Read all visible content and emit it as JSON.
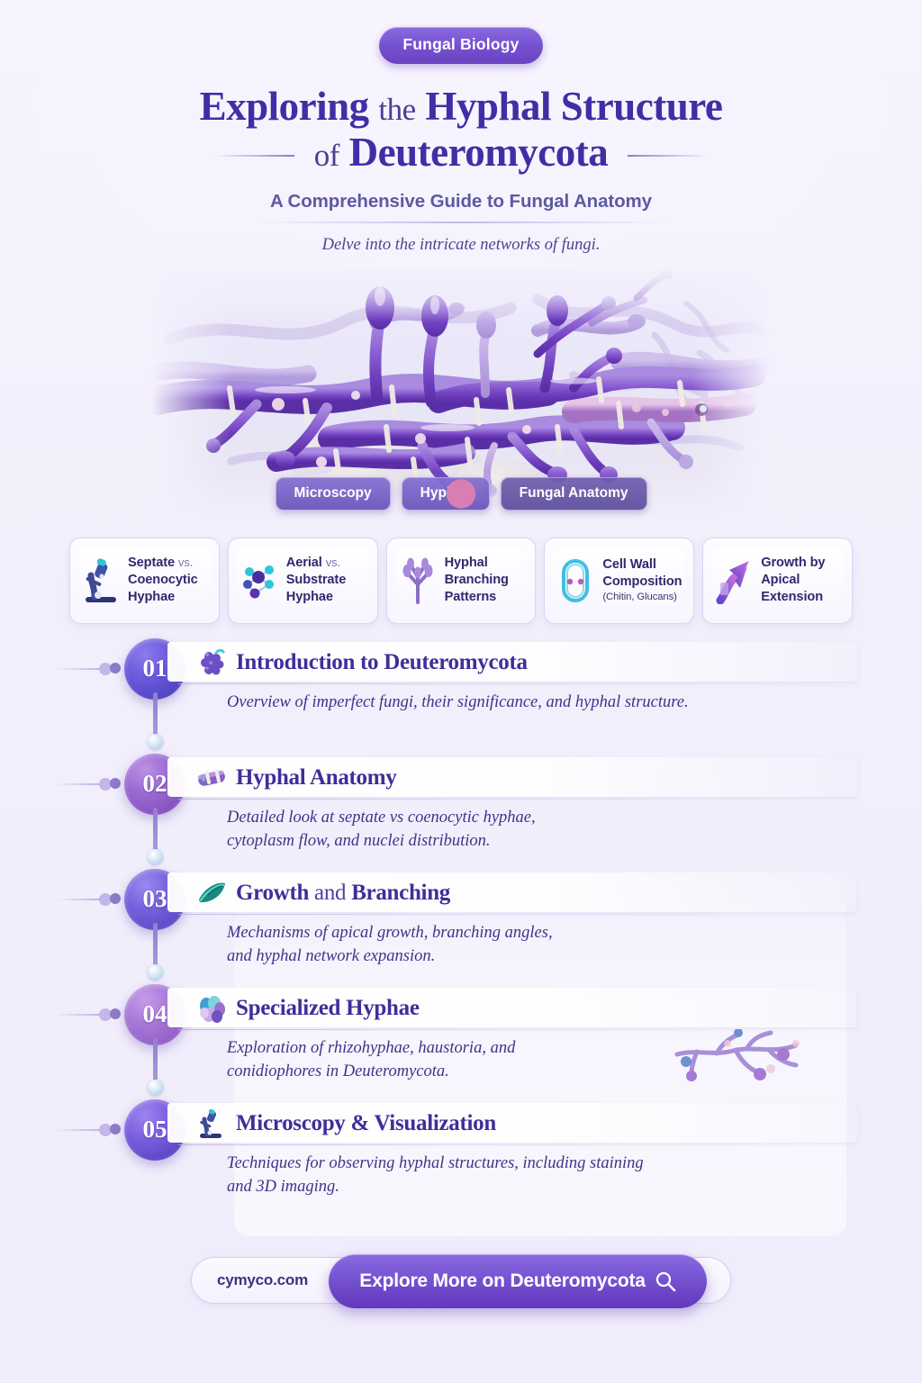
{
  "header": {
    "badge": "Fungal Biology",
    "title_line1_light": "Exploring",
    "title_line1_mid": "the",
    "title_line1_strong": "Hyphal Structure",
    "title_line2_light": "of",
    "title_line2_strong": "Deuteromycota",
    "subtitle": "A Comprehensive Guide to Fungal Anatomy",
    "tagline": "Delve into the intricate networks of fungi."
  },
  "hero": {
    "alt": "3D render of purple septate fungal hyphae network",
    "tags": [
      {
        "label": "Microscopy",
        "icon": "none"
      },
      {
        "label": "Hyphae",
        "icon": "none"
      },
      {
        "label": "Fungal Anatomy",
        "icon": "moon-icon"
      }
    ]
  },
  "features": [
    {
      "icon": "microscope-icon",
      "line1": "Septate",
      "vs": "vs.",
      "line2": "Coenocytic",
      "line3": "Hyphae",
      "sub": ""
    },
    {
      "icon": "molecule-icon",
      "line1": "Aerial",
      "vs": "vs.",
      "line2": "Substrate",
      "line3": "Hyphae",
      "sub": ""
    },
    {
      "icon": "branching-icon",
      "line1": "Hyphal",
      "vs": "",
      "line2": "Branching",
      "line3": "Patterns",
      "sub": ""
    },
    {
      "icon": "cell-wall-icon",
      "line1": "Cell Wall",
      "vs": "",
      "line2": "Composition",
      "line3": "",
      "sub": "(Chitin, Glucans)"
    },
    {
      "icon": "growth-arrow-icon",
      "line1": "Growth by",
      "vs": "",
      "line2": "Apical",
      "line3": "Extension",
      "sub": ""
    }
  ],
  "steps": [
    {
      "number": "01",
      "icon": "grape-cluster-icon",
      "title_strong": "Introduction to",
      "title_light": "Deuteromycota",
      "desc_line1": "Overview of imperfect fungi, their significance, and hyphal structure.",
      "desc_line2": "",
      "color_a": "#6a5adc",
      "color_b": "#4336b5",
      "art": "none"
    },
    {
      "number": "02",
      "icon": "hypha-segment-icon",
      "title_strong": "Hyphal Anatomy",
      "title_light": "",
      "desc_line1": "Detailed look at septate vs coenocytic hyphae,",
      "desc_line2": "cytoplasm flow, and nuclei distribution.",
      "color_a": "#9a6ad0",
      "color_b": "#7b42b4",
      "art": "none"
    },
    {
      "number": "03",
      "icon": "leaf-icon",
      "title_strong": "Growth",
      "title_light": "and",
      "title_strong2": "Branching",
      "desc_line1": "Mechanisms of apical growth, branching angles,",
      "desc_line2": "and hyphal network expansion.",
      "color_a": "#7662dd",
      "color_b": "#4f3fbb",
      "art": "none"
    },
    {
      "number": "04",
      "icon": "spore-cluster-icon",
      "title_strong": "Specialized Hyphae",
      "title_light": "",
      "desc_line1": "Exploration of rhizohyphae, haustoria, and",
      "desc_line2": "conidiophores in Deuteromycota.",
      "color_a": "#a779d6",
      "color_b": "#8a4fc0",
      "art": "branch-art"
    },
    {
      "number": "05",
      "icon": "microscope-icon",
      "title_strong": "Microscopy & Visualization",
      "title_light": "",
      "desc_line1": "Techniques for observing hyphal structures, including staining",
      "desc_line2": "and 3D imaging.",
      "color_a": "#7a5fdd",
      "color_b": "#4b38b8",
      "art": "none"
    }
  ],
  "footer": {
    "site": "cymyco.com",
    "cta_label": "Explore More on Deuteromycota",
    "cta_icon": "search-icon"
  },
  "colors": {
    "background": "#f2effc",
    "brand_purple": "#7450cf",
    "title_indigo": "#3c3188",
    "body_indigo": "#3b3589",
    "card_border": "#d6d0f3"
  }
}
